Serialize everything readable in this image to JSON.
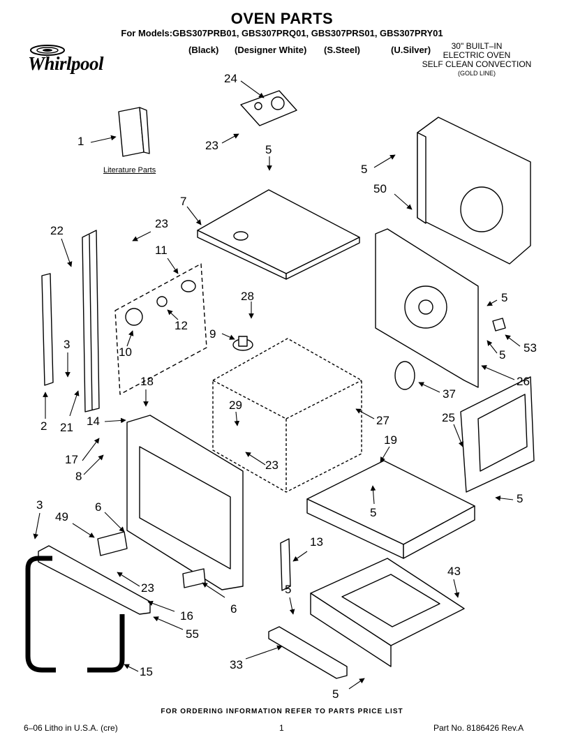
{
  "header": {
    "title": "OVEN PARTS",
    "models": "For Models:GBS307PRB01, GBS307PRQ01, GBS307PRS01, GBS307PRY01",
    "variants": [
      "(Black)",
      "(Designer White)",
      "(S.Steel)",
      "(U.Silver)"
    ],
    "oven_desc": [
      "30\" BUILT–IN",
      "ELECTRIC OVEN",
      "SELF CLEAN CONVECTION",
      "(GOLD LINE)"
    ],
    "brand": "Whirlpool"
  },
  "literature_label": "Literature Parts",
  "part_numbers": {
    "p24": "24",
    "p23a": "23",
    "p1": "1",
    "p5a": "5",
    "p5b": "5",
    "p50": "50",
    "p7": "7",
    "p22": "22",
    "p23b": "23",
    "p11": "11",
    "p28": "28",
    "p5c": "5",
    "p9": "9",
    "p12": "12",
    "p10": "10",
    "p53": "53",
    "p3a": "3",
    "p5d": "5",
    "p18": "18",
    "p26": "26",
    "p37": "37",
    "p29": "29",
    "p14": "14",
    "p27": "27",
    "p25": "25",
    "p2": "2",
    "p21": "21",
    "p17": "17",
    "p19": "19",
    "p23c": "23",
    "p8": "8",
    "p5e": "5",
    "p5f": "5",
    "p3b": "3",
    "p6a": "6",
    "p49": "49",
    "p13": "13",
    "p23d": "23",
    "p43": "43",
    "p6b": "6",
    "p5g": "5",
    "p16": "16",
    "p55": "55",
    "p33": "33",
    "p15": "15",
    "p5h": "5"
  },
  "footer": {
    "order_note": "FOR ORDERING INFORMATION REFER TO PARTS PRICE LIST",
    "litho": "6–06 Litho in U.S.A. (cre)",
    "page": "1",
    "part_no": "Part No. 8186426 Rev.A"
  }
}
